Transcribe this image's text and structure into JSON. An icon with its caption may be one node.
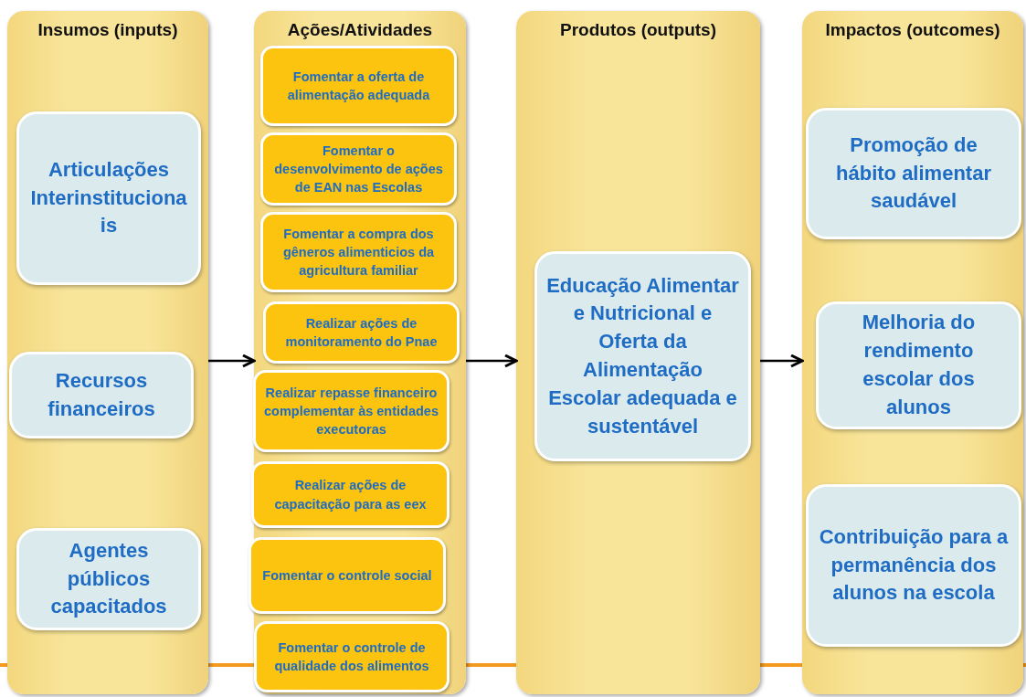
{
  "diagram": {
    "nodes": [
      {
        "text": [
          "Insumos (inputs)"
        ]
      },
      {
        "text": [
          "Articulações Interinstitucionais"
        ],
        "in": 0
      },
      {
        "text": [
          "Recursos financeiros"
        ],
        "in": 0
      },
      {
        "text": [
          "Agentes públicos capacitados"
        ],
        "in": 0
      },
      {
        "text": [
          "Ações/Atividades"
        ]
      },
      {
        "text": [
          "Fomentar a oferta de alimentação adequada"
        ],
        "in": 4
      },
      {
        "text": [
          "Fomentar o desenvolvimento de ações de EAN nas Escolas"
        ],
        "in": 4
      },
      {
        "text": [
          "Fomentar a compra dos gêneros alimenticios da agricultura familiar"
        ],
        "in": 4
      },
      {
        "text": [
          "Realizar ações de monitoramento do Pnae"
        ],
        "in": 4
      },
      {
        "text": [
          "Realizar repasse financeiro complementar às entidades executoras"
        ],
        "in": 4
      },
      {
        "text": [
          "Realizar ações de capacitação para as eex"
        ],
        "in": 4
      },
      {
        "text": [
          "Fomentar o controle social"
        ],
        "in": 4
      },
      {
        "text": [
          "Fomentar o controle de qualidade dos alimentos"
        ],
        "in": 4
      },
      {
        "text": [
          "Produtos (outputs)"
        ]
      },
      {
        "text": [
          "Educação Alimentar e Nutricional e Oferta da Alimentação Escolar adequada e sustentável"
        ],
        "in": 13
      },
      {
        "text": [
          "Impactos (outcomes)"
        ]
      },
      {
        "text": [
          "Promoção de hábito alimentar saudável"
        ],
        "in": 15
      },
      {
        "text": [
          "Melhoria do rendimento escolar dos alunos"
        ],
        "in": 15
      },
      {
        "text": [
          "Contribuição para a permanência dos alunos na escola"
        ],
        "in": 15
      }
    ],
    "edges": [
      {
        "from": 0,
        "to": 4,
        "arrow": "to"
      },
      {
        "from": 4,
        "to": 13,
        "arrow": "to"
      },
      {
        "from": 13,
        "to": 15,
        "arrow": "to"
      }
    ]
  }
}
